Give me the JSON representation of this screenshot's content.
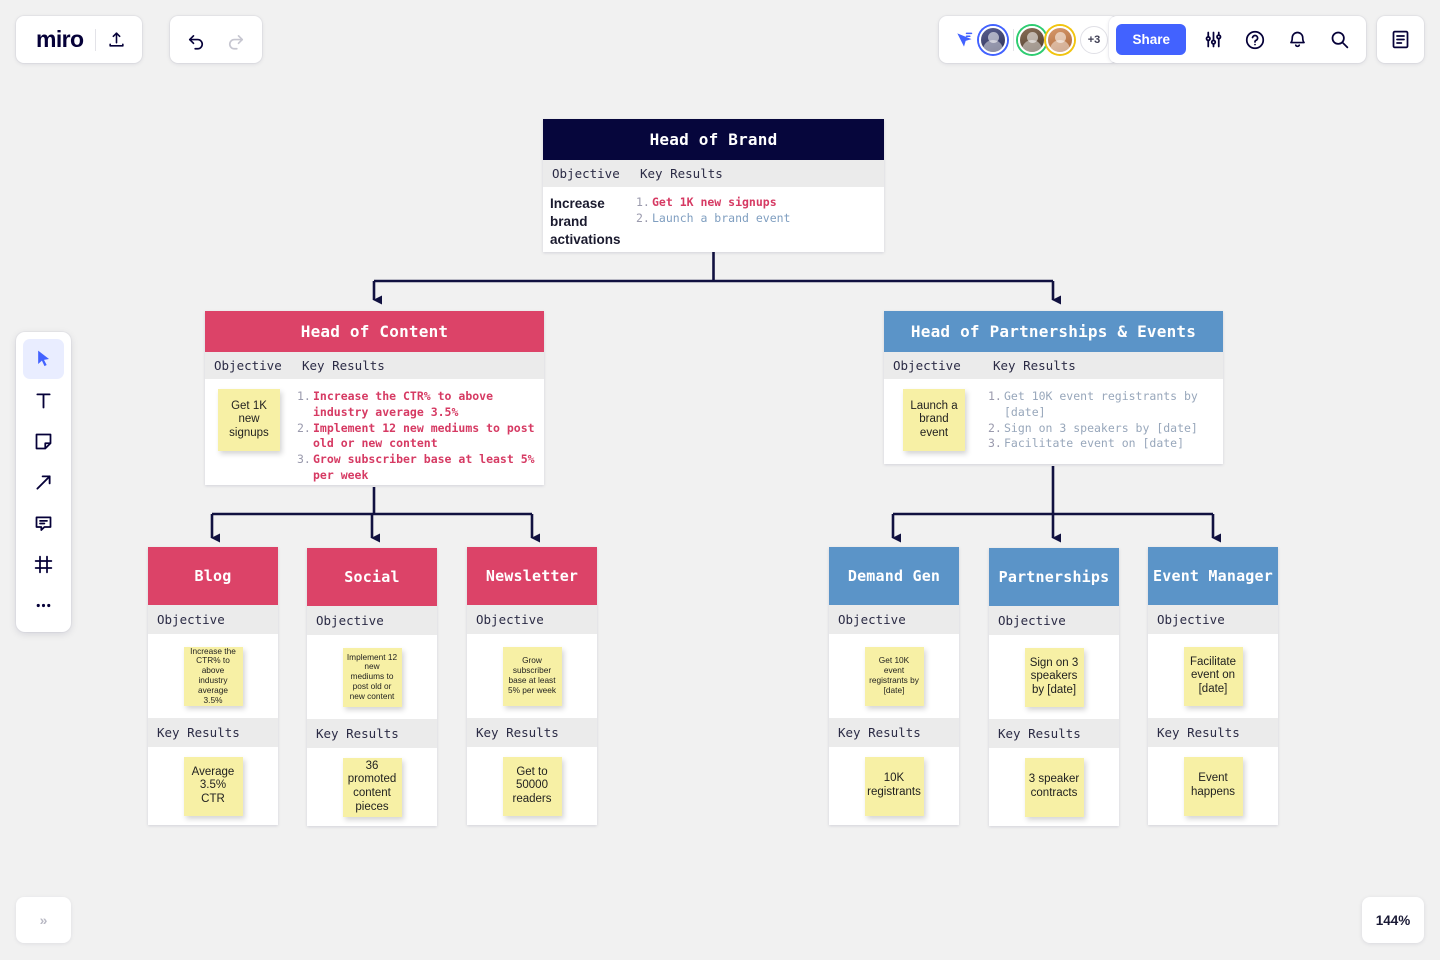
{
  "app": {
    "name": "miro",
    "zoom_level": "144%",
    "collapse_label": "»"
  },
  "topbar": {
    "logo_text": "miro",
    "upload_icon": "upload-icon",
    "undo_icon": "undo-icon",
    "redo_icon": "redo-icon",
    "cursor_share_icon": "cursor-share-icon",
    "avatar_overflow": "+3",
    "share_label": "Share",
    "settings_icon": "sliders-icon",
    "help_icon": "help-circle-icon",
    "notifications_icon": "bell-icon",
    "search_icon": "search-icon",
    "notes_icon": "notes-panel-icon",
    "accent_color": "#4262ff"
  },
  "toolbar": {
    "items": [
      {
        "name": "select-tool",
        "icon": "cursor-icon",
        "active": true
      },
      {
        "name": "text-tool",
        "icon": "text-icon",
        "active": false
      },
      {
        "name": "sticky-note-tool",
        "icon": "sticky-note-icon",
        "active": false
      },
      {
        "name": "connector-tool",
        "icon": "arrow-icon",
        "active": false
      },
      {
        "name": "comment-tool",
        "icon": "comment-icon",
        "active": false
      },
      {
        "name": "frame-tool",
        "icon": "frame-icon",
        "active": false
      },
      {
        "name": "more-tools",
        "icon": "ellipsis-icon",
        "active": false
      }
    ]
  },
  "palette": {
    "navy": "#06063c",
    "pink": "#dc4368",
    "blue": "#5b94c8",
    "sticky_yellow": "#f7f0a5",
    "label_row": "#ebebeb",
    "canvas": "#f1f1f1",
    "connector": "#111140"
  },
  "labels": {
    "objective": "Objective",
    "key_results": "Key Results"
  },
  "diagram": {
    "root": {
      "title": "Head of Brand",
      "objective": "Increase brand activations",
      "key_results": [
        {
          "num": "1.",
          "text": "Get 1K new signups",
          "color": "pink"
        },
        {
          "num": "2.",
          "text": "Launch a brand event",
          "color": "blue"
        }
      ]
    },
    "branches": [
      {
        "title": "Head of Content",
        "color": "pink",
        "objective_sticky": "Get 1K new signups",
        "key_results": [
          {
            "num": "1.",
            "text": "Increase the CTR% to above industry average 3.5%",
            "color": "pink"
          },
          {
            "num": "2.",
            "text": "Implement 12 new mediums to post old or new content",
            "color": "pink"
          },
          {
            "num": "3.",
            "text": "Grow subscriber base at least 5% per week",
            "color": "pink"
          }
        ],
        "children": [
          {
            "title": "Blog",
            "objective": "Increase the CTR% to above industry average 3.5%",
            "key_result": "Average 3.5% CTR"
          },
          {
            "title": "Social",
            "objective": "Implement 12 new mediums to post old or new content",
            "key_result": "36 promoted content pieces"
          },
          {
            "title": "Newsletter",
            "objective": "Grow subscriber base at least 5% per week",
            "key_result": "Get to 50000 readers"
          }
        ]
      },
      {
        "title": "Head of Partnerships & Events",
        "color": "blue",
        "objective_sticky": "Launch a brand event",
        "key_results": [
          {
            "num": "1.",
            "text": "Get 10K event registrants by [date]",
            "color": "grey"
          },
          {
            "num": "2.",
            "text": "Sign on 3 speakers by [date]",
            "color": "grey"
          },
          {
            "num": "3.",
            "text": "Facilitate event on [date]",
            "color": "grey"
          }
        ],
        "children": [
          {
            "title": "Demand Gen",
            "objective": "Get 10K event registrants by [date]",
            "key_result": "10K registrants"
          },
          {
            "title": "Partnerships",
            "objective": "Sign on 3 speakers by [date]",
            "key_result": "3 speaker contracts"
          },
          {
            "title": "Event Manager",
            "objective": "Facilitate event on [date]",
            "key_result": "Event happens"
          }
        ]
      }
    ]
  }
}
